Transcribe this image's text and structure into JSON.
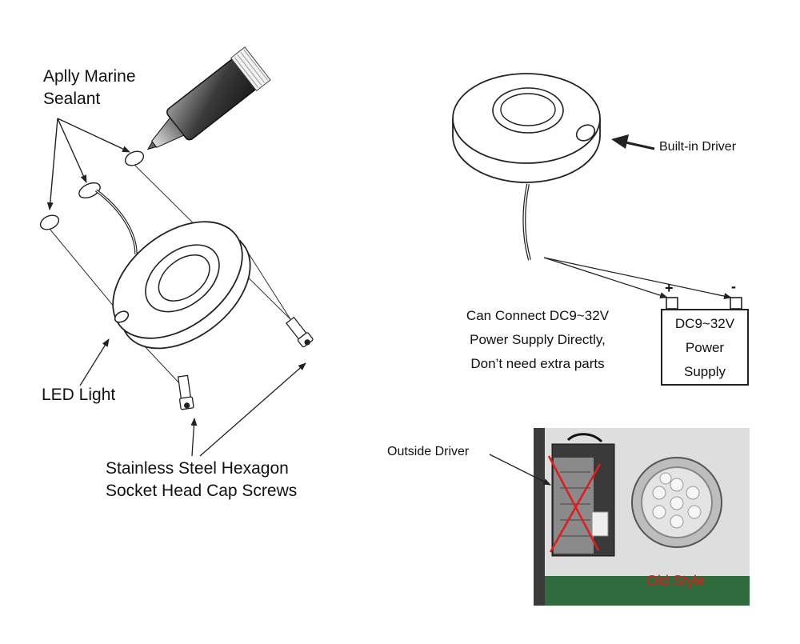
{
  "labels": {
    "sealant": [
      "Aplly Marine",
      "Sealant"
    ],
    "led_light": "LED Light",
    "screws": [
      "Stainless Steel Hexagon",
      "Socket Head Cap Screws"
    ],
    "built_in_driver": "Built-in Driver",
    "connect_note": [
      "Can Connect DC9~32V",
      "Power Supply Directly,",
      "Don’t need extra parts"
    ],
    "power_supply": [
      "DC9~32V",
      "Power",
      "Supply"
    ],
    "terminal_plus": "+",
    "terminal_minus": "-",
    "outside_driver": "Outside Driver",
    "old_style": "Old Style"
  },
  "colors": {
    "line": "#222222",
    "accent_red": "#e21b1b",
    "photo_bg": "#dcdcdc",
    "photo_green": "#2f6b3c"
  },
  "icons": [
    "sealant-tube-icon",
    "led-light-exploded-icon",
    "screw-icon",
    "led-light-driver-icon",
    "battery-icon",
    "old-driver-photo"
  ]
}
